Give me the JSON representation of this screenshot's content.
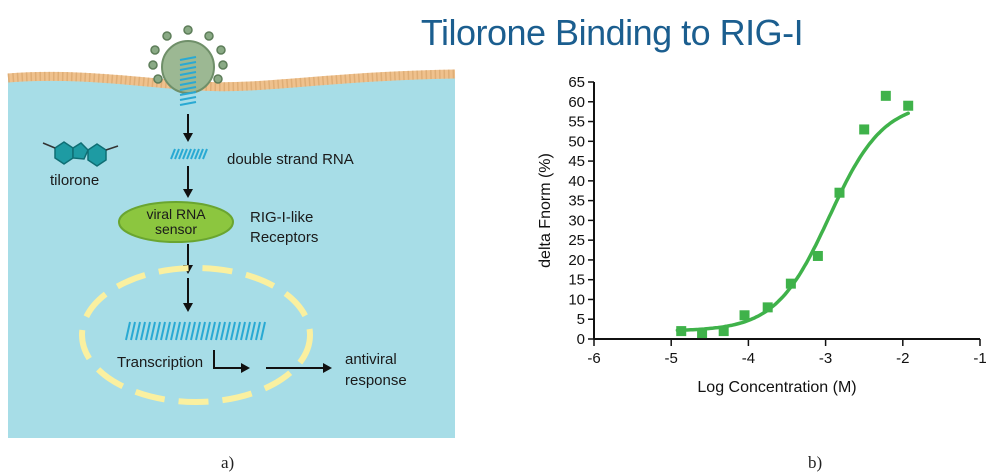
{
  "title": "Tilorone Binding to RIG-I",
  "panel_a": {
    "tilorone": "tilorone",
    "dsrna": "double strand RNA",
    "sensor_line1": "viral RNA",
    "sensor_line2": "sensor",
    "rlr_line1": "RIG-I-like",
    "rlr_line2": "Receptors",
    "transcription": "Transcription",
    "antiviral_line1": "antiviral",
    "antiviral_line2": "response",
    "label": "a)"
  },
  "panel_b_label": "b)",
  "colors": {
    "cell": "#a7dde7",
    "membrane": "#efc18d",
    "rna": "#29a9d3",
    "sensor": "#8cc63f",
    "tilorone": "#1e9ba3",
    "dashed": "#faf0a0",
    "series": "#3fb24a",
    "title": "#1b5e8f"
  },
  "chart_data": {
    "type": "scatter",
    "title": "Tilorone Binding to RIG-I",
    "xlabel": "Log Concentration (M)",
    "ylabel": "delta Fnorm (%)",
    "xlim": [
      -6,
      -1
    ],
    "ylim": [
      0,
      65
    ],
    "xticks": [
      -6,
      -5,
      -4,
      -3,
      -2,
      -1
    ],
    "yticks": [
      0,
      5,
      10,
      15,
      20,
      25,
      30,
      35,
      40,
      45,
      50,
      55,
      60,
      65
    ],
    "grid": false,
    "points": [
      {
        "x": -4.87,
        "y": 2
      },
      {
        "x": -4.6,
        "y": 1.5
      },
      {
        "x": -4.32,
        "y": 2
      },
      {
        "x": -4.05,
        "y": 6
      },
      {
        "x": -3.75,
        "y": 8
      },
      {
        "x": -3.45,
        "y": 14
      },
      {
        "x": -3.1,
        "y": 21
      },
      {
        "x": -2.82,
        "y": 37
      },
      {
        "x": -2.5,
        "y": 53
      },
      {
        "x": -2.22,
        "y": 61.5
      },
      {
        "x": -1.93,
        "y": 59
      }
    ],
    "fit": {
      "bottom": 2,
      "top": 60,
      "logEC50": -2.95,
      "hill": 1.25,
      "x_start": -4.92,
      "x_end": -1.93
    }
  }
}
